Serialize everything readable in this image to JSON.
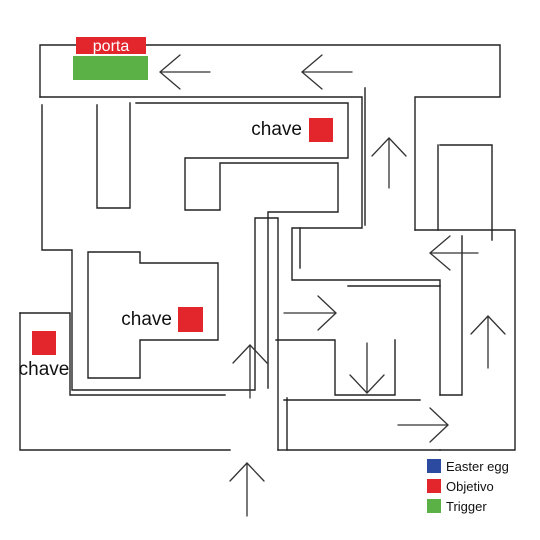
{
  "door": {
    "label": "porta",
    "color": "#e3262b"
  },
  "trigger": {
    "color": "#5bb046"
  },
  "keys": [
    {
      "label": "chave",
      "color": "#e3262b"
    },
    {
      "label": "chave",
      "color": "#e3262b"
    },
    {
      "label": "chave",
      "color": "#e3262b"
    }
  ],
  "legend": [
    {
      "label": "Easter egg",
      "color": "#2b4aa0"
    },
    {
      "label": "Objetivo",
      "color": "#e3262b"
    },
    {
      "label": "Trigger",
      "color": "#5bb046"
    }
  ],
  "colors": {
    "walls": "#222222",
    "arrows": "#333333",
    "background": "#ffffff"
  }
}
